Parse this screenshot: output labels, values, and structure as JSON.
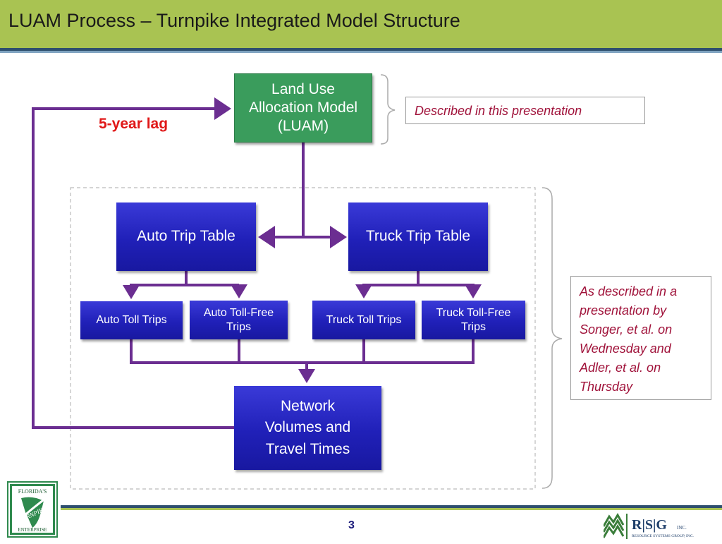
{
  "slide": {
    "title": "LUAM Process – Turnpike Integrated Model Structure",
    "page_number": "3"
  },
  "diagram": {
    "luam_box": "Land Use Allocation Model (LUAM)",
    "lag_label": "5-year lag",
    "auto_trip_table": "Auto Trip Table",
    "truck_trip_table": "Truck Trip Table",
    "auto_toll_trips": "Auto Toll Trips",
    "auto_toll_free_trips": "Auto Toll-Free Trips",
    "truck_toll_trips": "Truck Toll Trips",
    "truck_toll_free_trips": "Truck Toll-Free Trips",
    "network_box": "Network Volumes and Travel Times",
    "callout_top": "Described in this presentation",
    "callout_right": "As described in a presentation by Songer, et al. on Wednesday and Adler, et al. on Thursday"
  },
  "logos": {
    "left_logo": {
      "icon": "floridas-turnpike-logo",
      "lines": [
        "FLORIDA'S",
        "TURNPIKE",
        "ENTERPRISE"
      ]
    },
    "right_logo": {
      "icon": "rsg-logo",
      "text": "R|S|G",
      "suffix": "INC.",
      "tagline": "RESOURCE SYSTEMS GROUP, INC."
    }
  },
  "colors": {
    "title_bar": "#a9c352",
    "box_blue": "#2020b8",
    "box_green": "#3a9c5c",
    "connector_purple": "#6b2e91",
    "lag_red": "#e01818",
    "callout_text": "#a0123a"
  }
}
